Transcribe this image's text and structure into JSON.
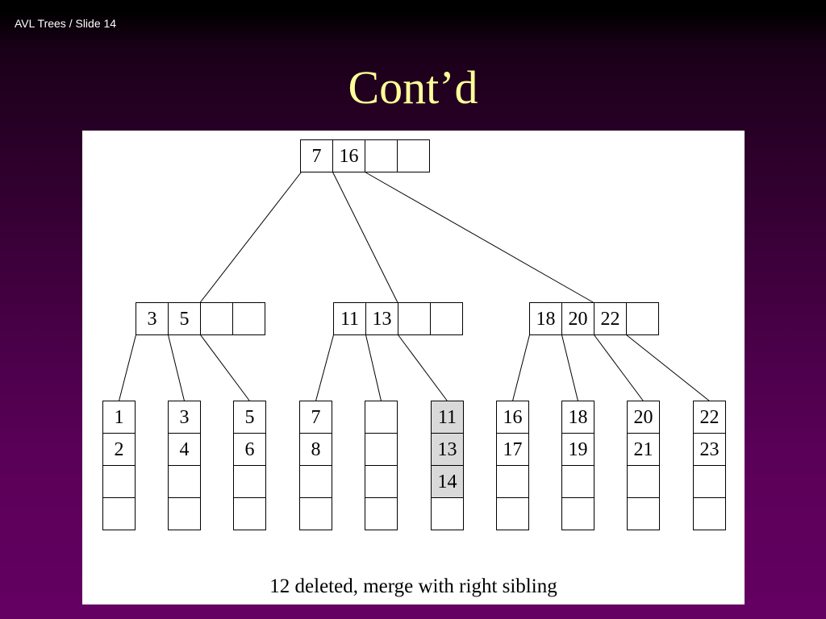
{
  "header": {
    "slide_label": "AVL Trees / Slide 14"
  },
  "slide": {
    "title": "Cont’d"
  },
  "diagram": {
    "caption": "12 deleted, merge with right sibling",
    "highlight_color": "#d9d9d9",
    "root": [
      "7",
      "16",
      "",
      ""
    ],
    "internal": [
      [
        "3",
        "5",
        "",
        ""
      ],
      [
        "11",
        "13",
        "",
        ""
      ],
      [
        "18",
        "20",
        "22",
        ""
      ]
    ],
    "leaves": [
      {
        "keys": [
          "1",
          "2",
          "",
          ""
        ],
        "highlight": false
      },
      {
        "keys": [
          "3",
          "4",
          "",
          ""
        ],
        "highlight": false
      },
      {
        "keys": [
          "5",
          "6",
          "",
          ""
        ],
        "highlight": false
      },
      {
        "keys": [
          "7",
          "8",
          "",
          ""
        ],
        "highlight": false
      },
      {
        "keys": [
          "",
          "",
          "",
          ""
        ],
        "highlight": false
      },
      {
        "keys": [
          "11",
          "13",
          "14",
          ""
        ],
        "highlight": true
      },
      {
        "keys": [
          "16",
          "17",
          "",
          ""
        ],
        "highlight": false
      },
      {
        "keys": [
          "18",
          "19",
          "",
          ""
        ],
        "highlight": false
      },
      {
        "keys": [
          "20",
          "21",
          "",
          ""
        ],
        "highlight": false
      },
      {
        "keys": [
          "22",
          "23",
          "",
          ""
        ],
        "highlight": false
      }
    ]
  }
}
